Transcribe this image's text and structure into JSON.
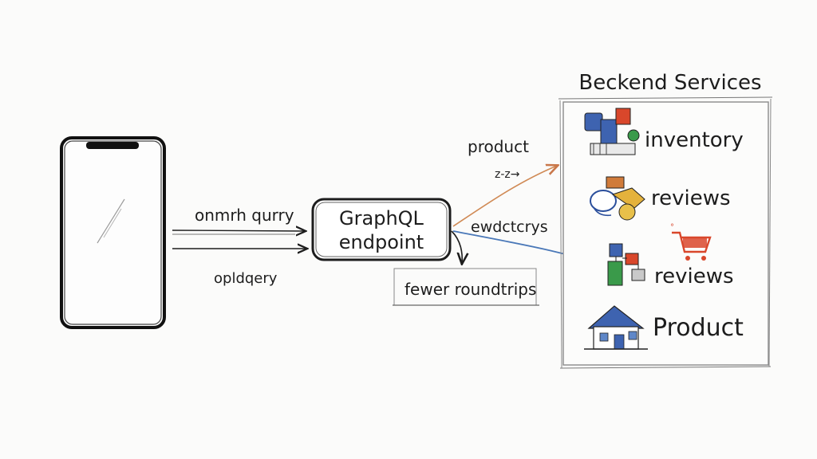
{
  "client": {
    "query_label_top": "onmrh qurry",
    "query_label_bottom": "opldqery"
  },
  "endpoint": {
    "line1": "GraphQL",
    "line2": "endpoint"
  },
  "note": {
    "label": "fewer roundtrips"
  },
  "links": {
    "product_label": "product",
    "product_sublabel": "z-z→",
    "other_label": "ewdctcrys"
  },
  "services": {
    "title": "Beckend Services",
    "items": [
      {
        "label": "inventory",
        "icon": "inventory-icon"
      },
      {
        "label": "reviews",
        "icon": "reviews-icon"
      },
      {
        "label": "reviews",
        "icon": "reviews-cart-icon"
      },
      {
        "label": "Product",
        "icon": "house-icon"
      }
    ]
  },
  "colors": {
    "ink": "#1d1d1d",
    "orange_arrow": "#d08a55",
    "blue_arrow": "#4a78b8",
    "shopping_cart": "#d9472b"
  }
}
